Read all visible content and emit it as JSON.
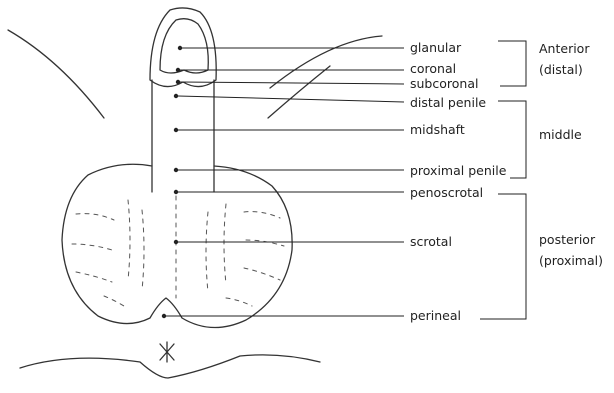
{
  "figure": {
    "labels": {
      "glanular": "glanular",
      "coronal": "coronal",
      "subcoronal": "subcoronal",
      "distal_penile": "distal penile",
      "midshaft": "midshaft",
      "proximal_penile": "proximal penile",
      "penoscrotal": "penoscrotal",
      "scrotal": "scrotal",
      "perineal": "perineal"
    },
    "groups": {
      "anterior": [
        "Anterior",
        "(distal)"
      ],
      "middle": [
        "middle"
      ],
      "posterior": [
        "posterior",
        "(proximal)"
      ]
    }
  }
}
